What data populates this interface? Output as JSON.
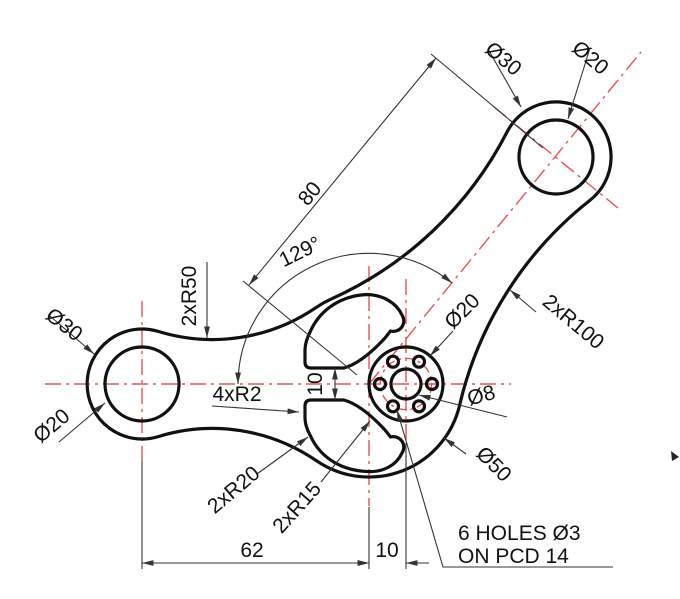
{
  "drawing": {
    "labels": {
      "dia30_left": "Ø30",
      "dia20_left": "Ø20",
      "r50": "2xR50",
      "dia30_right": "Ø30",
      "dia20_right": "Ø20",
      "r100": "2xR100",
      "dia50": "Ø50",
      "dia20_hub": "Ø20",
      "dia8": "Ø8",
      "r20": "2xR20",
      "r15": "2xR15",
      "r2": "4xR2",
      "dim62": "62",
      "dim10": "10",
      "gap10": "10",
      "dim80": "80",
      "angle129": "129°",
      "note_line1": "6 HOLES Ø3",
      "note_line2": "ON PCD 14"
    },
    "colors": {
      "outline": "#111111",
      "centerline": "#e85252",
      "dimension": "#333333",
      "background": "#ffffff"
    }
  }
}
